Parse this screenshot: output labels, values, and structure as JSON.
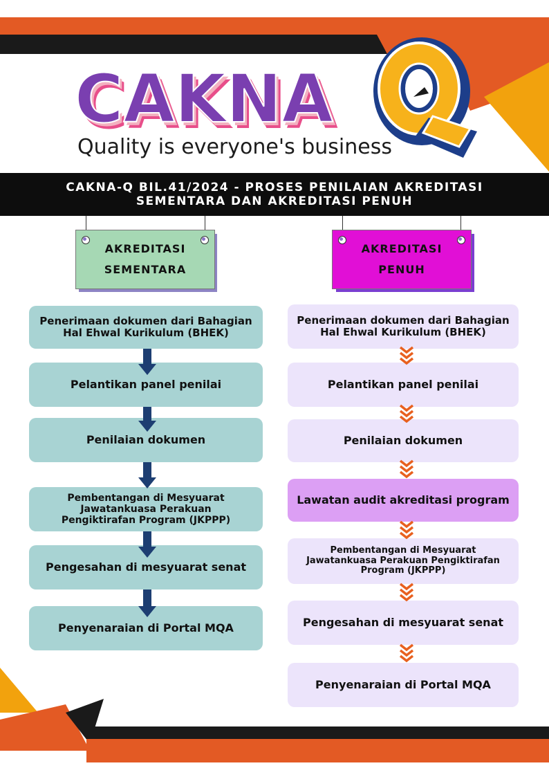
{
  "logo": {
    "word": "CAKNA",
    "letter": "Q",
    "tagline": "Quality is everyone's business"
  },
  "title": {
    "line1": "CAKNA-Q BIL.41/2024 - PROSES PENILAIAN AKREDITASI",
    "line2": "SEMENTARA DAN AKREDITASI PENUH"
  },
  "left": {
    "header_line1": "AKREDITASI",
    "header_line2": "SEMENTARA",
    "steps": [
      "Penerimaan dokumen dari Bahagian Hal Ehwal Kurikulum (BHEK)",
      "Pelantikan panel penilai",
      "Penilaian dokumen",
      "Pembentangan di Mesyuarat Jawatankuasa Perakuan Pengiktirafan Program (JKPPP)",
      "Pengesahan di mesyuarat senat",
      "Penyenaraian di Portal MQA"
    ]
  },
  "right": {
    "header_line1": "AKREDITASI",
    "header_line2": "PENUH",
    "steps": [
      "Penerimaan dokumen dari Bahagian Hal Ehwal Kurikulum (BHEK)",
      "Pelantikan panel penilai",
      "Penilaian dokumen",
      "Lawatan audit akreditasi program",
      "Pembentangan di Mesyuarat Jawatankuasa Perakuan Pengiktirafan Program (JKPPP)",
      "Pengesahan di mesyuarat senat",
      "Penyenaraian di Portal MQA"
    ]
  },
  "colors": {
    "orange": "#e35a24",
    "black": "#1a1a1a",
    "yellow": "#f2a20d",
    "teal_step": "#a8d3d3",
    "lavender_step": "#ece4fb",
    "highlight_step": "#dc9ff4",
    "green_header": "#a6d8b4",
    "magenta_header": "#e10fd6",
    "navy_arrow": "#1d3e72",
    "chevron_orange": "#e8601f"
  }
}
